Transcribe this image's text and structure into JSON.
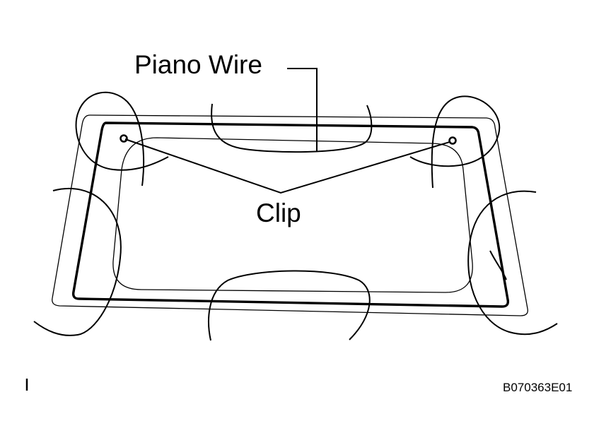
{
  "labels": {
    "piano_wire": "Piano Wire",
    "clip": "Clip",
    "figure_code": "B070363E01"
  }
}
